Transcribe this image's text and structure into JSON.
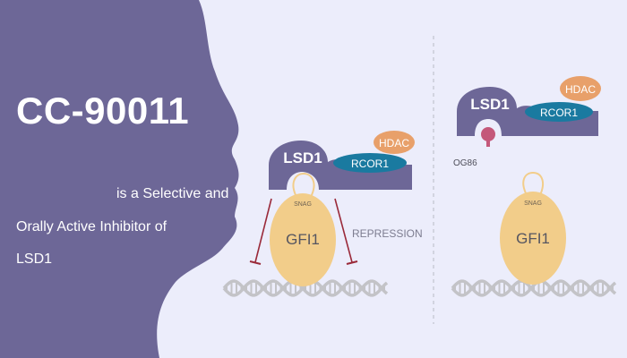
{
  "title": "CC-90011",
  "subtitle_lines": [
    "is a Selective and",
    "Orally Active Inhibitor of",
    "LSD1"
  ],
  "left_panel": {
    "lsd1": "LSD1",
    "hdac": "HDAC",
    "rcor1": "RCOR1",
    "snag": "SNAG",
    "gfi1": "GFI1",
    "repression": "REPRESSION"
  },
  "right_panel": {
    "lsd1": "LSD1",
    "hdac": "HDAC",
    "rcor1": "RCOR1",
    "inhibitor": "OG86",
    "snag": "SNAG",
    "gfi1": "GFI1"
  },
  "colors": {
    "purple": "#6d6797",
    "background": "#ecedfb",
    "hdac_orange": "#e8a06a",
    "rcor1_teal": "#1a7aa0",
    "gfi1_tan": "#f2cd8a",
    "repression_red": "#9a2a3a",
    "inhibitor_pink": "#c4587a",
    "dna_gray": "#c3c3c7"
  }
}
